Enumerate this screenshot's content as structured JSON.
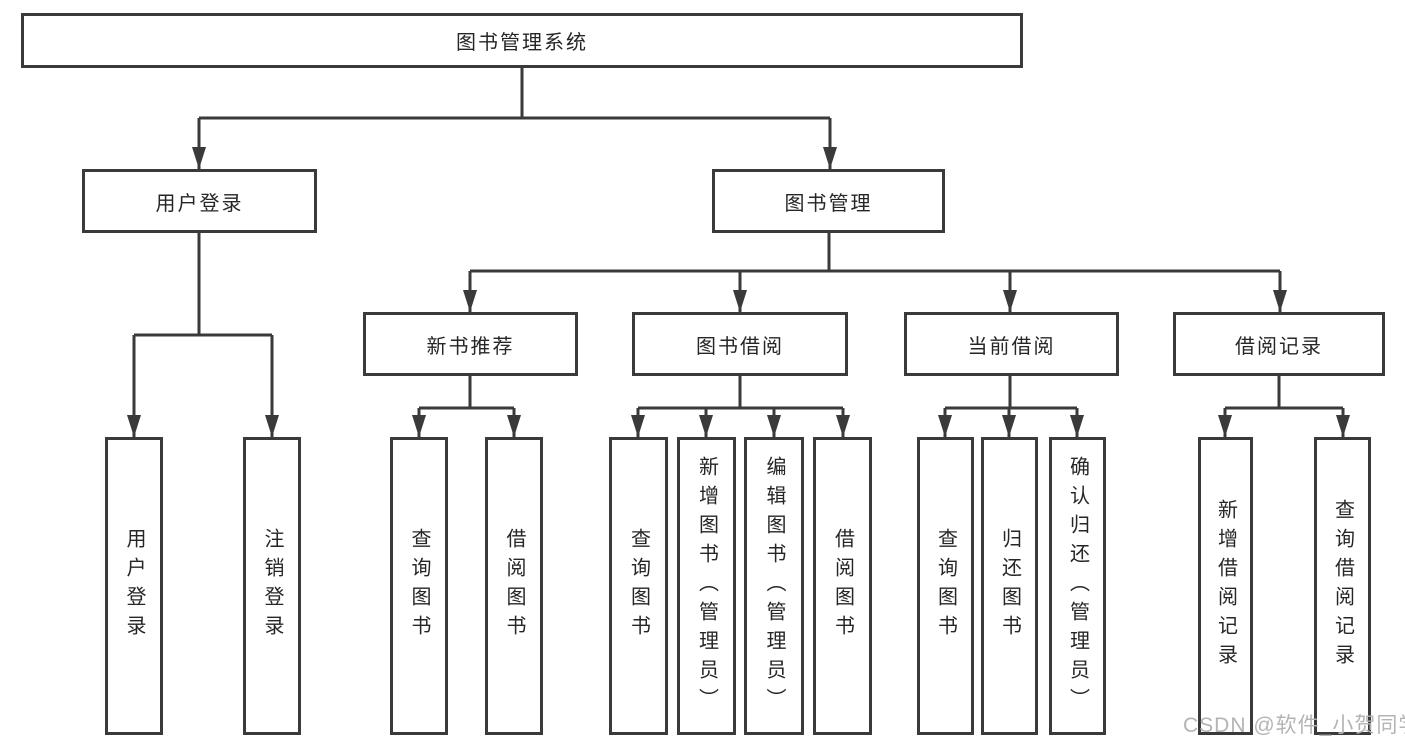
{
  "diagram": {
    "root": {
      "label": "图书管理系统"
    },
    "branches": [
      {
        "label": "用户登录",
        "children": [
          {
            "label": "用户登录"
          },
          {
            "label": "注销登录"
          }
        ]
      },
      {
        "label": "图书管理",
        "children": [
          {
            "label": "新书推荐",
            "children": [
              {
                "label": "查询图书"
              },
              {
                "label": "借阅图书"
              }
            ]
          },
          {
            "label": "图书借阅",
            "children": [
              {
                "label": "查询图书"
              },
              {
                "label": "新增图书（管理员）"
              },
              {
                "label": "编辑图书（管理员）"
              },
              {
                "label": "借阅图书"
              }
            ]
          },
          {
            "label": "当前借阅",
            "children": [
              {
                "label": "查询图书"
              },
              {
                "label": "归还图书"
              },
              {
                "label": "确认归还（管理员）"
              }
            ]
          },
          {
            "label": "借阅记录",
            "children": [
              {
                "label": "新增借阅记录"
              },
              {
                "label": "查询借阅记录"
              }
            ]
          }
        ]
      }
    ]
  },
  "watermark": {
    "text": "CSDN @软件_小贺同学"
  },
  "colors": {
    "line": "#3a3a3a",
    "text": "#262626",
    "watermark": "#b4b4b4",
    "background": "#ffffff"
  }
}
